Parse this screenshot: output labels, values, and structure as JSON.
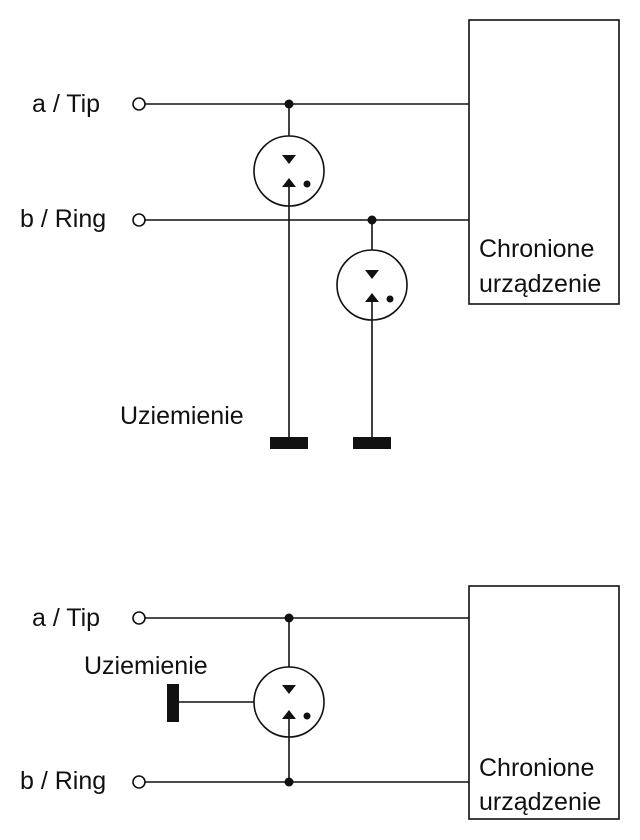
{
  "top_diagram": {
    "tip_label": "a / Tip",
    "ring_label": "b / Ring",
    "ground_label": "Uziemienie",
    "device_line1": "Chronione",
    "device_line2": "urządzenie"
  },
  "bottom_diagram": {
    "tip_label": "a / Tip",
    "ring_label": "b / Ring",
    "ground_label": "Uziemienie",
    "device_line1": "Chronione",
    "device_line2": "urządzenie"
  }
}
